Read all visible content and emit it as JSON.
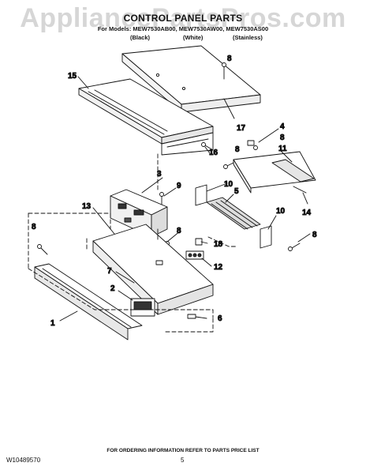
{
  "watermark": "AppliancePartsPros.com",
  "title": "CONTROL PANEL PARTS",
  "models_line": "For Models: MEW7530AB00, MEW7530AW00, MEW7530AS00",
  "finishes": [
    "(Black)",
    "(White)",
    "(Stainless)"
  ],
  "callouts": {
    "c8a": "8",
    "c15": "15",
    "c17": "17",
    "c4": "4",
    "c8b": "8",
    "c11": "11",
    "c8c": "8",
    "c16": "16",
    "c3": "3",
    "c9": "9",
    "c10a": "10",
    "c5": "5",
    "c14": "14",
    "c13": "13",
    "c8d": "8",
    "c8e": "8",
    "c18": "18",
    "c12": "12",
    "c7": "7",
    "c2": "2",
    "c6": "6",
    "c1": "1",
    "c10b": "10",
    "c8f": "8"
  },
  "footer_note": "FOR ORDERING INFORMATION REFER TO PARTS PRICE LIST",
  "document_number": "W10489570",
  "page_number": "5"
}
